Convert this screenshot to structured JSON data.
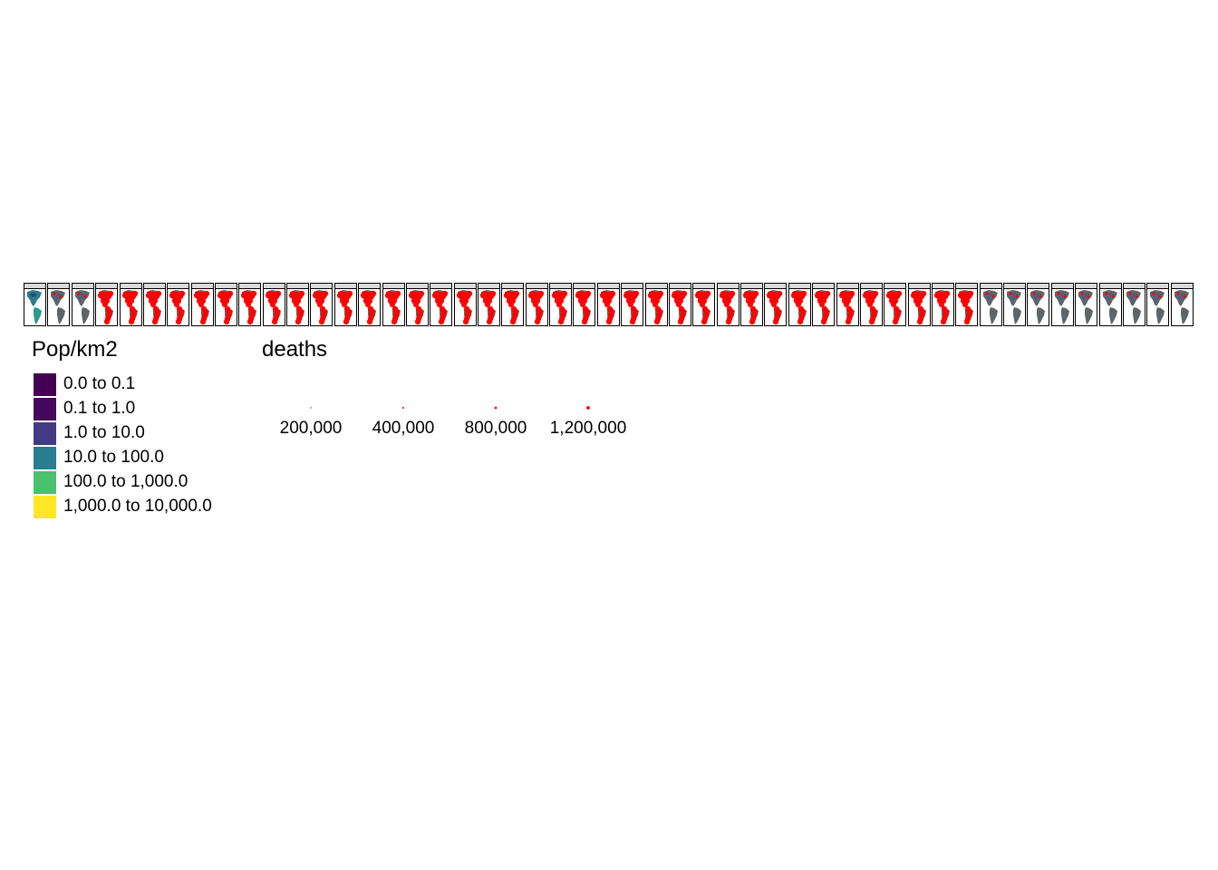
{
  "map": {
    "panel_count": 49,
    "colors": {
      "land": "#5f6566",
      "deaths_bubble": "#ff0000",
      "panel_header": "#d9d9d9"
    },
    "first_panel_fill": "population_density"
  },
  "legend_pop": {
    "title": "Pop/km2",
    "items": [
      {
        "label": "0.0 to 0.1",
        "color": "#440154"
      },
      {
        "label": "0.1 to 1.0",
        "color": "#46085c"
      },
      {
        "label": "1.0 to 10.0",
        "color": "#443a83"
      },
      {
        "label": "10.0 to 100.0",
        "color": "#287d8e"
      },
      {
        "label": "100.0 to 1,000.0",
        "color": "#4ac16d"
      },
      {
        "label": "1,000.0 to 10,000.0",
        "color": "#fde725"
      }
    ]
  },
  "legend_deaths": {
    "title": "deaths",
    "items": [
      {
        "label": "200,000",
        "value": 200000
      },
      {
        "label": "400,000",
        "value": 400000
      },
      {
        "label": "800,000",
        "value": 800000
      },
      {
        "label": "1,200,000",
        "value": 1200000
      }
    ]
  }
}
